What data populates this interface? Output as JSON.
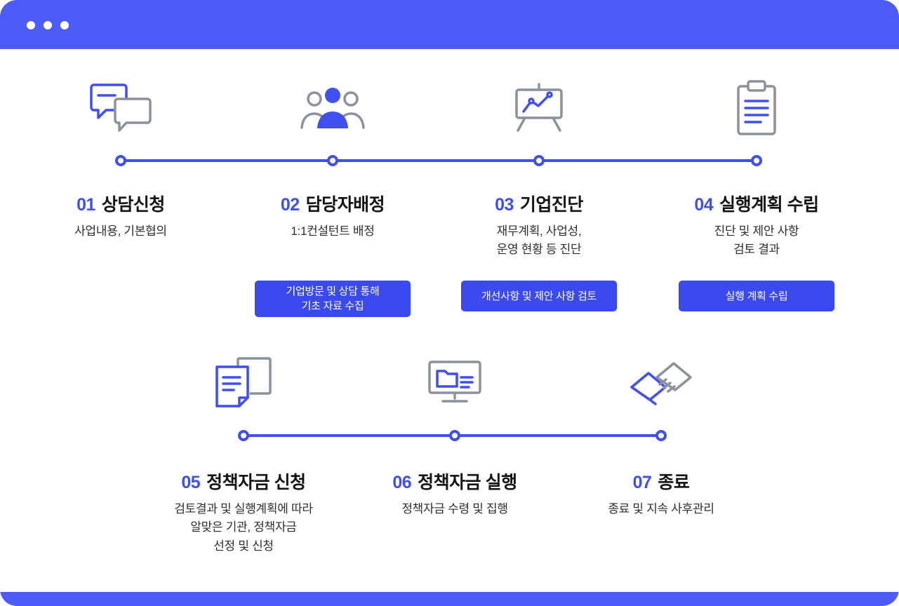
{
  "theme": {
    "frame_blue": "#4D5BF9",
    "accent": "#3F4FF2",
    "badge_bg": "#3B4AEF",
    "icon_gray": "#8C929C",
    "title_color": "#141414",
    "desc_color": "#2E2E2E"
  },
  "window": {
    "dots": [
      "",
      "",
      ""
    ]
  },
  "process": {
    "top_row": [
      {
        "num": "01",
        "title": "상담신청",
        "desc": "사업내용, 기본협의",
        "icon": "chat-bubbles-icon"
      },
      {
        "num": "02",
        "title": "담당자배정",
        "desc": "1:1컨설턴트 배정",
        "badge": "기업방문 및 상담 통해\n기초 자료 수집",
        "icon": "people-group-icon"
      },
      {
        "num": "03",
        "title": "기업진단",
        "desc": "재무계획, 사업성,\n운영 현황 등 진단",
        "badge": "개선사항 및 제안 사항 검토",
        "icon": "chart-presentation-icon"
      },
      {
        "num": "04",
        "title": "실행계획 수립",
        "desc": "진단 및 제안 사항\n검토 결과",
        "badge": "실행 계획 수립",
        "icon": "clipboard-icon"
      }
    ],
    "bottom_row": [
      {
        "num": "05",
        "title": "정책자금 신청",
        "desc": "검토결과 및 실행계획에 따라\n알맞은 기관, 정책자금\n선정 및 신청",
        "icon": "documents-icon"
      },
      {
        "num": "06",
        "title": "정책자금 실행",
        "desc": "정책자금 수령 및 집행",
        "icon": "monitor-folder-icon"
      },
      {
        "num": "07",
        "title": "종료",
        "desc": "종료 및 지속 사후관리",
        "icon": "handshake-icon"
      }
    ]
  }
}
